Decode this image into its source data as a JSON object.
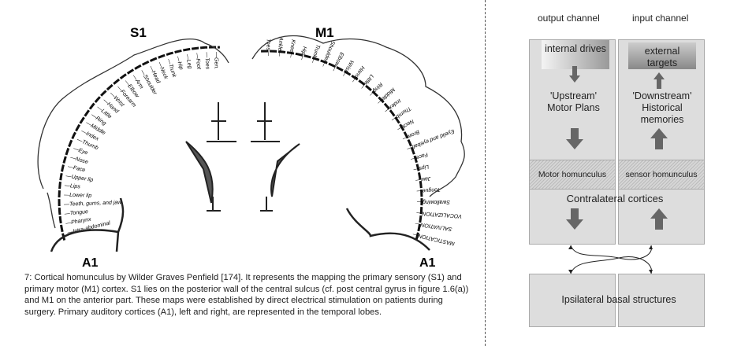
{
  "figure_left": {
    "s1_label": "S1",
    "m1_label": "M1",
    "a1_label": "A1",
    "s1_regions": [
      "Intra-abdominal",
      "Pharynx",
      "Tongue",
      "Teeth, gums, and jaw",
      "Lower lip",
      "Lips",
      "Upper lip",
      "Face",
      "Nose",
      "Eye",
      "Thumb",
      "Index",
      "Middle",
      "Ring",
      "Little",
      "Hand",
      "Wrist",
      "Forearm",
      "Elbow",
      "Arm",
      "Shoulder",
      "Head",
      "Neck",
      "Trunk",
      "Hip",
      "Leg",
      "Foot",
      "Toes",
      "Gen."
    ],
    "m1_regions": [
      "Toes",
      "Ankle",
      "Knee",
      "Hip",
      "Trunk",
      "Shoulder",
      "Elbow",
      "Wrist",
      "Hand",
      "Little",
      "Ring",
      "Middle",
      "Index",
      "Thumb",
      "Neck",
      "Brow",
      "Eyelid and eyeball",
      "Face",
      "Lips",
      "Jaw",
      "Tongue",
      "Swallowing",
      "VOCALIZATION",
      "SALIVATION",
      "MASTICATION"
    ],
    "caption": "7: Cortical homunculus by Wilder Graves Penfield [174]. It represents the mapping the primary sensory (S1) and primary motor (M1) cortex. S1 lies on the posterior wall of the central sulcus (cf. post central gyrus in figure 1.6(a)) and M1 on the anterior part. These maps were established by direct electrical stimulation on patients during surgery. Primary auditory cortices (A1), left and right, are represented in the temporal lobes."
  },
  "diagram": {
    "output_channel": "output channel",
    "input_channel": "input channel",
    "internal_drives": "internal drives",
    "external_targets": "external targets",
    "upstream": "'Upstream' Motor Plans",
    "downstream": "'Downstream' Historical memories",
    "motor_homunculus": "Motor homunculus",
    "sensor_homunculus": "sensor homunculus",
    "contralateral": "Contralateral cortices",
    "ipsilateral": "Ipsilateral basal structures",
    "arrow_color": "#666666",
    "box_color": "#dddddd"
  }
}
